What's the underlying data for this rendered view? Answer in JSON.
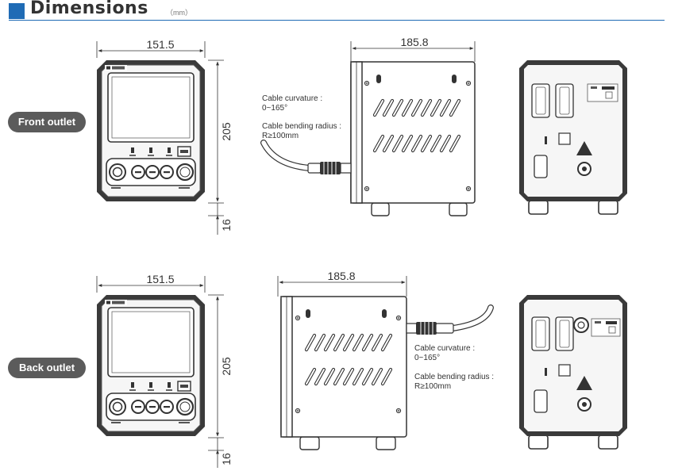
{
  "header": {
    "title": "Dimensions",
    "unit": "（mm）",
    "accent_color": "#1f6bb5"
  },
  "views": [
    {
      "label": "Front outlet",
      "front": {
        "width": "151.5",
        "height": "205",
        "foot": "16"
      },
      "side": {
        "depth": "185.8"
      },
      "cable": {
        "curvature_label": "Cable curvature :",
        "curvature_value": "0~165°",
        "radius_label": "Cable bending radius :",
        "radius_value": "R≥100mm"
      }
    },
    {
      "label": "Back outlet",
      "front": {
        "width": "151.5",
        "height": "205",
        "foot": "16"
      },
      "side": {
        "depth": "185.8"
      },
      "cable": {
        "curvature_label": "Cable curvature :",
        "curvature_value": "0~165°",
        "radius_label": "Cable bending radius :",
        "radius_value": "R≥100mm"
      }
    }
  ]
}
